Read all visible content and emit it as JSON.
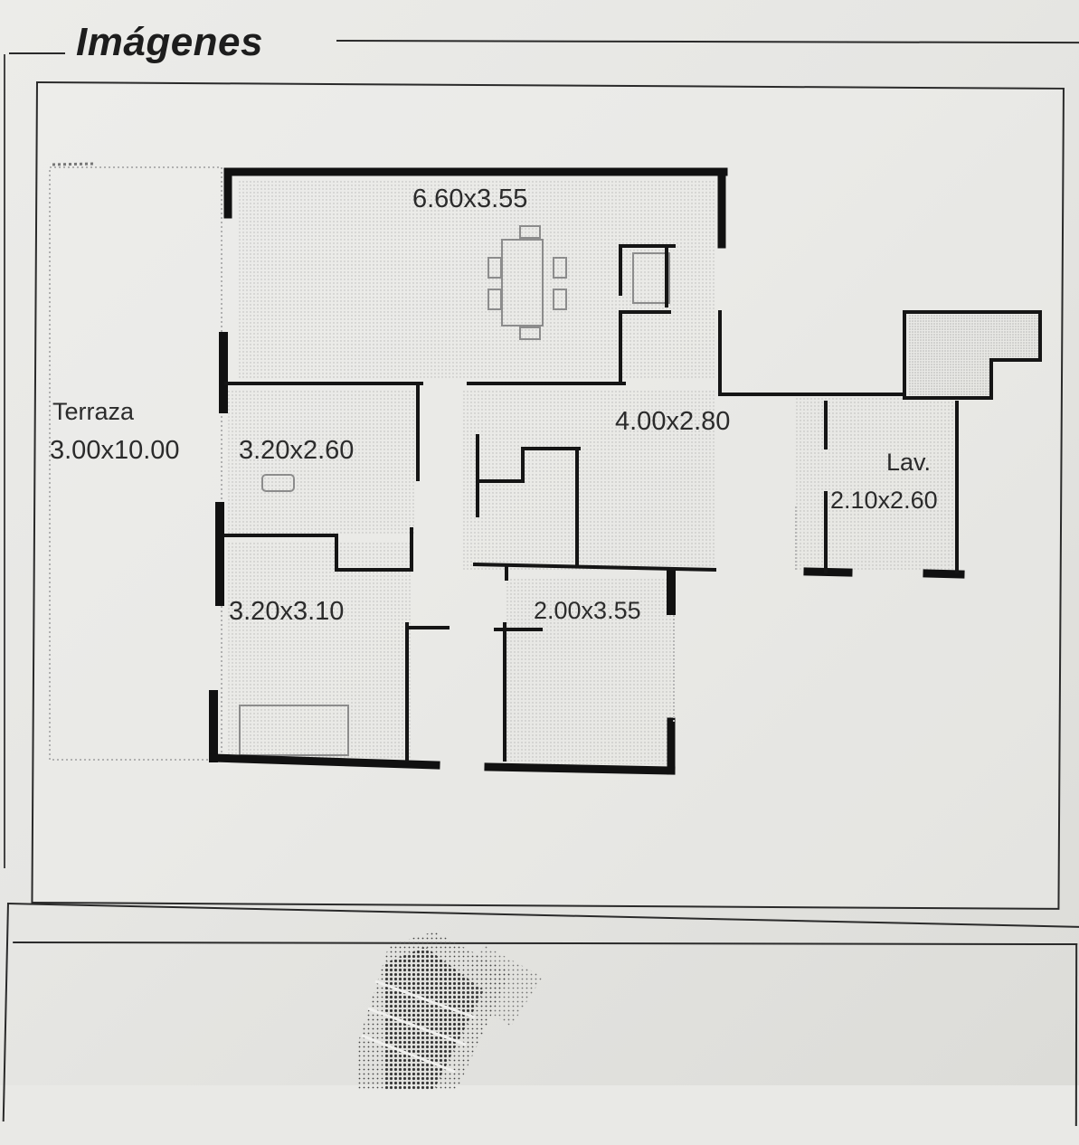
{
  "heading": "Imágenes",
  "rooms": {
    "living": "6.60x3.55",
    "terrace_name": "Terraza",
    "terrace_size": "3.00x10.00",
    "bedroom_1": "3.20x2.60",
    "bedroom_2": "3.20x3.10",
    "kitchen": "4.00x2.80",
    "laundry_name": "Lav.",
    "laundry_size": "2.10x2.60",
    "bedroom_3": "2.00x3.55"
  },
  "colors": {
    "paper": "#e9e9e6",
    "ink": "#1d1d1d",
    "wall": "#111111",
    "dotted_fill": "#9a9a9a"
  },
  "photo": {
    "icon": "building-photo-icon"
  }
}
